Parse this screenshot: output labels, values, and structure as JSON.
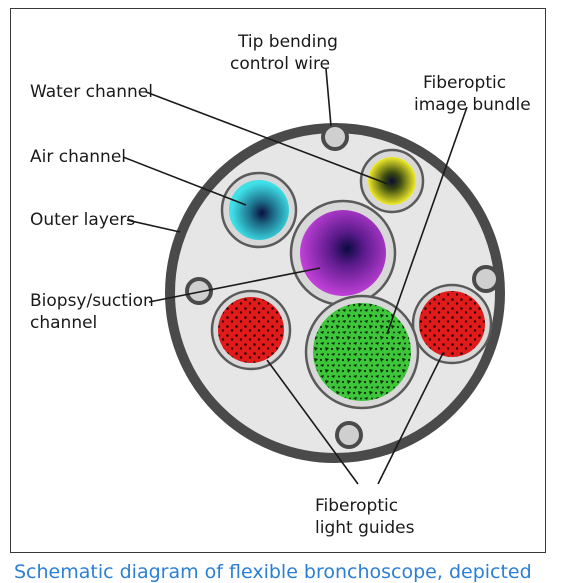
{
  "labels": {
    "tip_bending_line1": "Tip bending",
    "tip_bending_line2": "control wire",
    "water_channel": "Water channel",
    "air_channel": "Air channel",
    "outer_layers": "Outer layers",
    "biopsy_line1": "Biopsy/suction",
    "biopsy_line2": "channel",
    "image_bundle_line1": "Fiberoptic",
    "image_bundle_line2": "image bundle",
    "light_guides_line1": "Fiberoptic",
    "light_guides_line2": "light guides"
  },
  "caption": "Schematic diagram of flexible bronchoscope, depicted",
  "colors": {
    "outer_ring": "#4a4a4a",
    "body_fill": "#e6e6e6",
    "water_channel": "#f2ec2a",
    "air_channel": "#3fd0d8",
    "biopsy_channel": "#b23ad0",
    "image_bundle": "#3ec63a",
    "light_guides": "#e11a1a",
    "caption_text": "#2b7fd6"
  }
}
